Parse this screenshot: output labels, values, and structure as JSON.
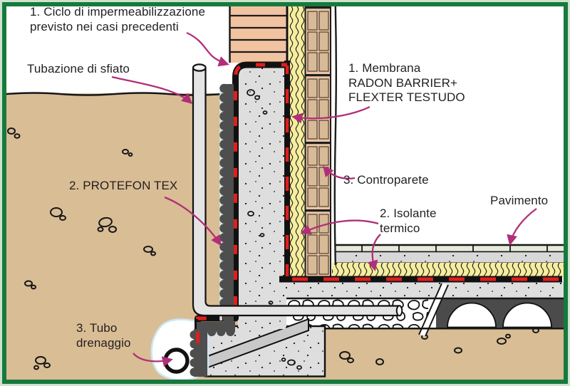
{
  "figure": {
    "description": "Sezione tecnica: impermeabilizzazione anti-radon di muro controterra e pavimento",
    "labels": {
      "ciclo": {
        "line1": "1. Ciclo di impermeabilizzazione",
        "line2": "previsto nei casi precedenti"
      },
      "tubazione": {
        "line1": "Tubazione di sfiato"
      },
      "membrana": {
        "line1": "1. Membrana",
        "line2": "RADON BARRIER+",
        "line3": "FLEXTER TESTUDO"
      },
      "protefon": {
        "line1": "2. PROTEFON TEX"
      },
      "controparete": {
        "line1": "3. Controparete"
      },
      "isolante": {
        "line1": "2. Isolante",
        "line2": "termico"
      },
      "pavimento": {
        "line1": "Pavimento"
      },
      "tubo": {
        "line1": "3. Tubo",
        "line2": "drenaggio"
      }
    },
    "colors": {
      "border-dark": "#17793d",
      "border-light": "#cfe2cd",
      "ground": "#d9bd95",
      "brick": "#f1c3a0",
      "cmu-bg": "#eac5a7",
      "cmu-panel": "#d7ba97",
      "yellow": "#f6ee9e",
      "red": "#e11e1e",
      "concrete": "#dedede",
      "screed": "#d8d8d8",
      "band": "#c9c9c9",
      "tile": "#e4e9d9",
      "dimple": "#4e4e4e",
      "igloo": "#4b4b4b",
      "pipe": "#e4e4e4",
      "halo": "#cde7f3",
      "accent": "#b02f78",
      "ink": "#161616",
      "text": "#231f20"
    }
  }
}
